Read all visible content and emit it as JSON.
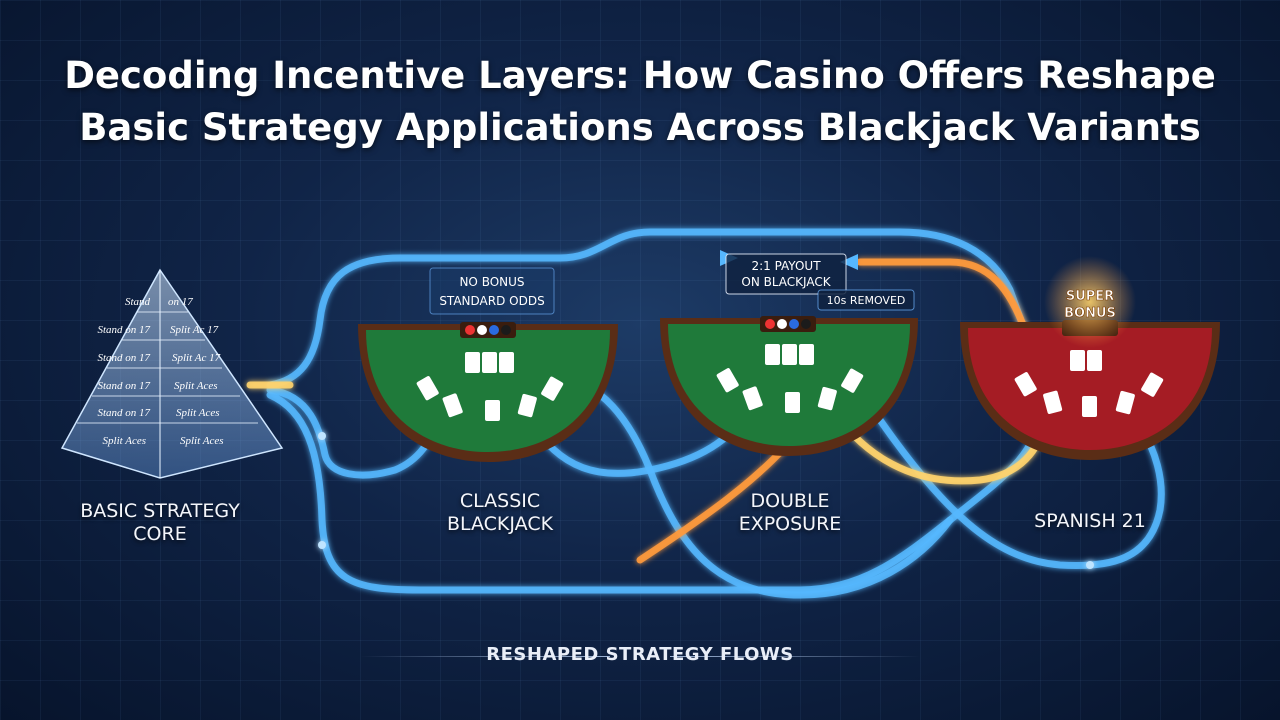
{
  "title": {
    "line1": "Decoding Incentive Layers: How Casino Offers Reshape",
    "line2": "Basic Strategy Applications Across Blackjack Variants"
  },
  "pyramid": {
    "layers": [
      {
        "left": "Stand",
        "right": "on 17"
      },
      {
        "left": "Stand on 17",
        "right": "Split Ac 17"
      },
      {
        "left": "Stand on 17",
        "right": "Split Ac 17"
      },
      {
        "left": "Stand on 17",
        "right": "Split Aces"
      },
      {
        "left": "Stand on 17",
        "right": "Split Aces"
      },
      {
        "left": "Split Aces",
        "right": "Split Aces"
      }
    ],
    "label_line1": "BASIC STRATEGY",
    "label_line2": "CORE"
  },
  "tables": {
    "classic": {
      "label_line1": "CLASSIC",
      "label_line2": "BLACKJACK",
      "tag1": "NO BONUS",
      "tag2": "STANDARD ODDS",
      "felt": "#1f7a3a"
    },
    "double": {
      "label_line1": "DOUBLE",
      "label_line2": "EXPOSURE",
      "tag1_line1": "2:1 PAYOUT",
      "tag1_line2": "ON BLACKJACK",
      "tag2": "10s REMOVED",
      "felt": "#1f7a3a"
    },
    "spanish": {
      "label_line1": "SPANISH 21",
      "badge_line1": "SUPER",
      "badge_line2": "BONUS",
      "felt": "#a51c24"
    }
  },
  "colors": {
    "flow_blue": "#56b8ff",
    "flow_orange": "#ff9a3c",
    "flow_gold": "#ffd36b",
    "table_rim": "#5a2d16"
  },
  "footer": "RESHAPED STRATEGY FLOWS"
}
